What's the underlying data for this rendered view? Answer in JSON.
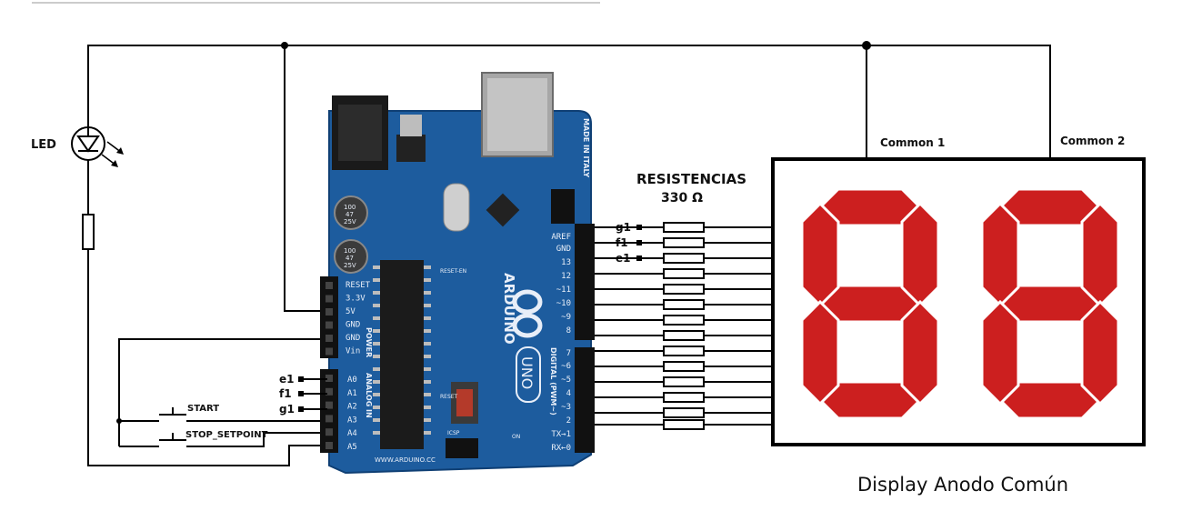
{
  "labels": {
    "led": "LED",
    "resistors_title": "RESISTENCIAS",
    "resistors_value": "330 Ω",
    "common1": "Common 1",
    "common2": "Common 2",
    "display_caption": "Display Anodo Común",
    "start": "START",
    "stop": "STOP_SETPOINT"
  },
  "left_signals": [
    "e1",
    "f1",
    "g1"
  ],
  "right_signals": [
    "g1",
    "f1",
    "e1"
  ],
  "board": {
    "made_in": "MADE IN ITALY",
    "arduino": "ARDUINO",
    "uno": "UNO",
    "website": "WWW.ARDUINO.CC",
    "reset_en": "RESET-EN",
    "digital": "DIGITAL (PWM~)",
    "analog": "ANALOG IN",
    "power": "POWER",
    "reset_btn": "RESET",
    "icsp": "ICSP",
    "on": "ON",
    "cap": "100\n47\n25V",
    "power_pins": [
      "RESET",
      "3.3V",
      "5V",
      "GND",
      "GND",
      "Vin"
    ],
    "analog_pins": [
      "A0",
      "A1",
      "A2",
      "A3",
      "A4",
      "A5"
    ],
    "digital_pins_top": [
      "AREF",
      "GND",
      "13",
      "12",
      "~11",
      "~10",
      "~9",
      "8"
    ],
    "digital_pins_bottom": [
      "7",
      "~6",
      "~5",
      "4",
      "~3",
      "2",
      "TX→1",
      "RX←0"
    ]
  },
  "colors": {
    "board": "#1d5c9e",
    "segment": "#cc1f1f",
    "wire": "#000000"
  }
}
